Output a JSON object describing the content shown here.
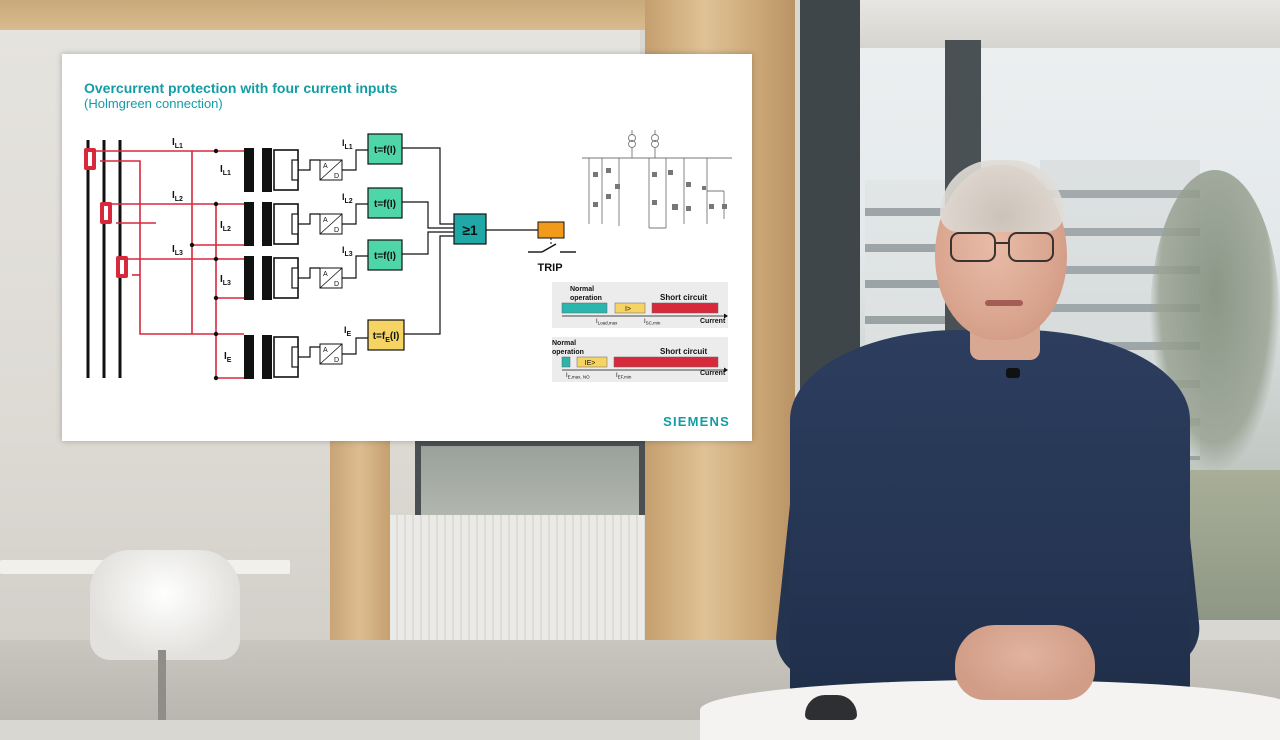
{
  "slide": {
    "title": "Overcurrent protection with four current inputs",
    "subtitle": "(Holmgreen connection)",
    "brand": "SIEMENS"
  },
  "circuit": {
    "line_labels": [
      "I",
      "I",
      "I"
    ],
    "line_subscripts": [
      "L1",
      "L2",
      "L3"
    ],
    "ct_labels": [
      "I",
      "I",
      "I",
      "I"
    ],
    "ct_subscripts": [
      "L1",
      "L2",
      "L3",
      "E"
    ],
    "input_labels": [
      "I",
      "I",
      "I",
      "I"
    ],
    "input_subscripts": [
      "L1",
      "L2",
      "L3",
      "E"
    ],
    "adc": {
      "top": "A",
      "bottom": "D"
    },
    "function_blocks": [
      "t=f(I)",
      "t=f(I)",
      "t=f(I)"
    ],
    "earth_block_prefix": "t=f",
    "earth_block_sub": "E",
    "earth_block_suffix": "(I)",
    "or_gate": "≥1",
    "trip_label": "TRIP"
  },
  "characteristic_phase": {
    "normal": "Normal",
    "operation": "operation",
    "pickup": "I>",
    "short_circuit": "Short circuit",
    "axis": "Current",
    "load_label": "I",
    "load_sub": "Load,max",
    "sc_label": "I",
    "sc_sub": "SC,min"
  },
  "characteristic_earth": {
    "normal": "Normal",
    "operation": "operation",
    "pickup": "IE>",
    "short_circuit": "Short circuit",
    "axis": "Current",
    "normal_label": "I",
    "normal_sub": "E,max, NO",
    "ef_label": "I",
    "ef_sub": "EF,min"
  },
  "colors": {
    "teal": "#129da6",
    "green_block": "#4fd6a8",
    "yellow_block": "#f6d463",
    "orange_trip": "#f29a1a",
    "red_wire": "#d8283c",
    "cyan_band": "#2ab5ad"
  }
}
